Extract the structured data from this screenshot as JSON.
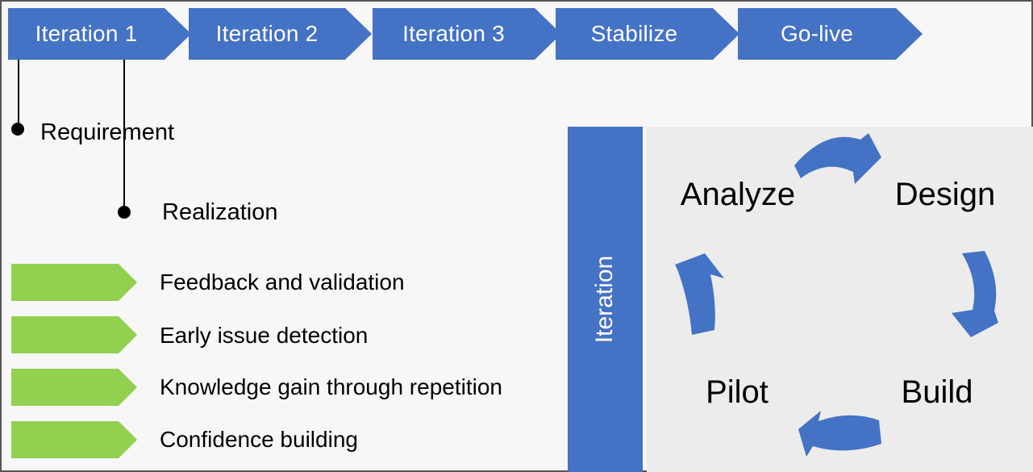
{
  "theme": {
    "colors": {
      "c-blue": "#4472C4",
      "c-green": "#92D050",
      "c-panel": "#ececec",
      "c-bg": "#f7f7f7",
      "c-border": "#555555",
      "c-text": "#000000",
      "c-textlight": "#ffffff"
    }
  },
  "process": {
    "steps": [
      {
        "label": "Iteration 1"
      },
      {
        "label": "Iteration 2"
      },
      {
        "label": "Iteration 3"
      },
      {
        "label": "Stabilize"
      },
      {
        "label": "Go-live"
      }
    ]
  },
  "callouts": [
    {
      "label": "Requirement"
    },
    {
      "label": "Realization"
    }
  ],
  "benefits": [
    {
      "label": "Feedback and validation"
    },
    {
      "label": "Early issue detection"
    },
    {
      "label": "Knowledge gain through repetition"
    },
    {
      "label": "Confidence building"
    }
  ],
  "cycle": {
    "bar_label": "Iteration",
    "phases": [
      {
        "label": "Analyze"
      },
      {
        "label": "Design"
      },
      {
        "label": "Build"
      },
      {
        "label": "Pilot"
      }
    ]
  }
}
